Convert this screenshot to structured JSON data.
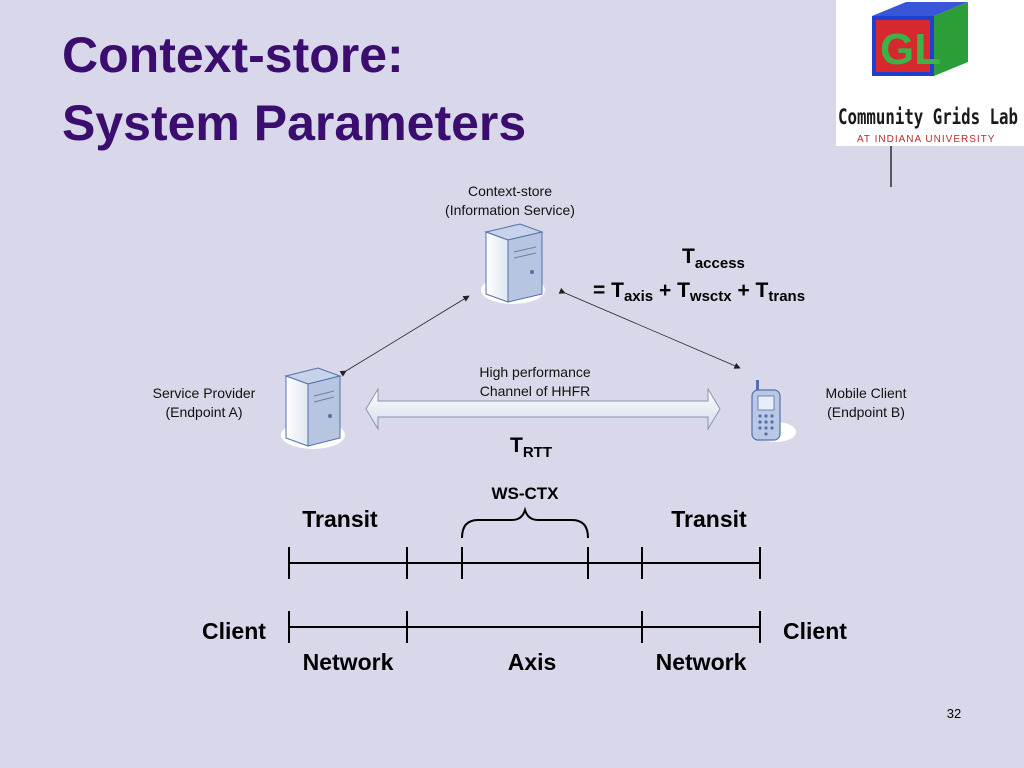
{
  "title": {
    "line1": "Context-store:",
    "line2": "System Parameters"
  },
  "logo": {
    "name": "Community Grids Lab",
    "subtitle": "AT INDIANA UNIVERSITY",
    "mark": "GL"
  },
  "nodes": {
    "context_store": {
      "line1": "Context-store",
      "line2": "(Information Service)"
    },
    "service_provider": {
      "line1": "Service Provider",
      "line2": "(Endpoint A)"
    },
    "mobile_client": {
      "line1": "Mobile Client",
      "line2": "(Endpoint B)"
    }
  },
  "channel": {
    "line1": "High performance",
    "line2": "Channel of HHFR"
  },
  "equation": {
    "lhs_T": "T",
    "lhs_sub": "access",
    "eq": "= ",
    "t1": "T",
    "t1_sub": "axis",
    "plus1": " + ",
    "t2": "T",
    "t2_sub": "wsctx",
    "plus2": " + ",
    "t3": "T",
    "t3_sub": "trans"
  },
  "rtt": {
    "T": "T",
    "sub": "RTT"
  },
  "timeline": {
    "ws_ctx": "WS-CTX",
    "transit_left": "Transit",
    "transit_right": "Transit",
    "client_left": "Client",
    "client_right": "Client",
    "network_left": "Network",
    "axis": "Axis",
    "network_right": "Network"
  },
  "page_number": "32",
  "colors": {
    "background": "#d8d8ea",
    "title": "#3b0d6e",
    "logo_red": "#c0282d",
    "logo_blue": "#1f3fd0",
    "logo_green": "#3fb247"
  }
}
